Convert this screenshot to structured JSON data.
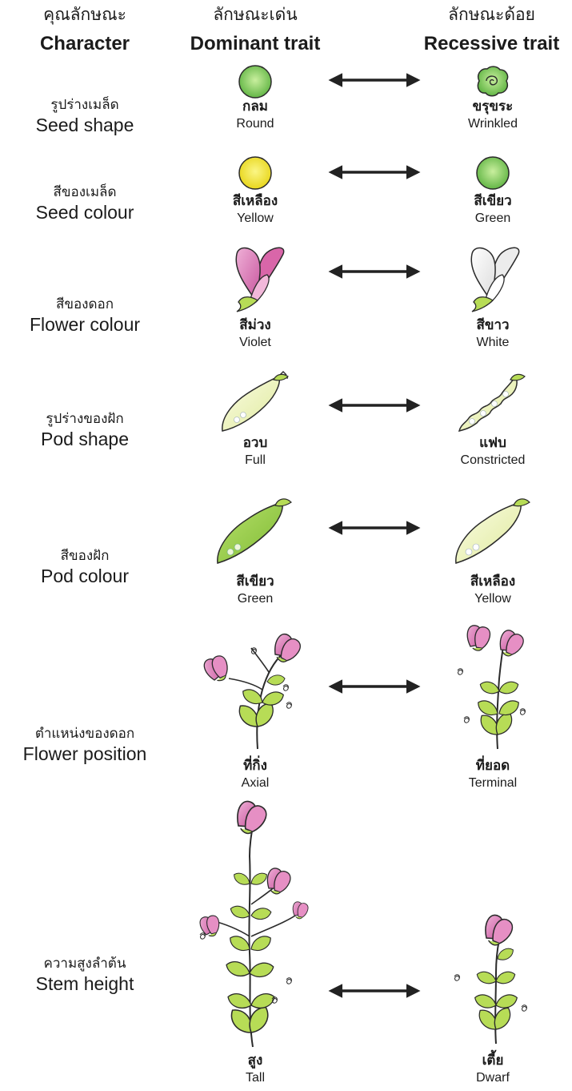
{
  "header": {
    "character_th": "คุณลักษณะ",
    "character_en": "Character",
    "dominant_th": "ลักษณะเด่น",
    "dominant_en": "Dominant trait",
    "recessive_th": "ลักษณะด้อย",
    "recessive_en": "Recessive trait"
  },
  "rows": [
    {
      "char_th": "รูปร่างเมล็ด",
      "char_en": "Seed shape",
      "dom_th": "กลม",
      "dom_en": "Round",
      "dom_icon": "round-green-seed-icon",
      "rec_th": "ขรุขระ",
      "rec_en": "Wrinkled",
      "rec_icon": "wrinkled-green-seed-icon"
    },
    {
      "char_th": "สีของเมล็ด",
      "char_en": "Seed colour",
      "dom_th": "สีเหลือง",
      "dom_en": "Yellow",
      "dom_icon": "yellow-seed-icon",
      "rec_th": "สีเขียว",
      "rec_en": "Green",
      "rec_icon": "green-seed-icon"
    },
    {
      "char_th": "สีของดอก",
      "char_en": "Flower colour",
      "dom_th": "สีม่วง",
      "dom_en": "Violet",
      "dom_icon": "violet-flower-icon",
      "rec_th": "สีขาว",
      "rec_en": "White",
      "rec_icon": "white-flower-icon"
    },
    {
      "char_th": "รูปร่างของฝัก",
      "char_en": "Pod shape",
      "dom_th": "อวบ",
      "dom_en": "Full",
      "dom_icon": "full-pod-icon",
      "rec_th": "แฟบ",
      "rec_en": "Constricted",
      "rec_icon": "constricted-pod-icon"
    },
    {
      "char_th": "สีของฝัก",
      "char_en": "Pod colour",
      "dom_th": "สีเขียว",
      "dom_en": "Green",
      "dom_icon": "green-pod-icon",
      "rec_th": "สีเหลือง",
      "rec_en": "Yellow",
      "rec_icon": "yellow-pod-icon"
    },
    {
      "char_th": "ตำแหน่งของดอก",
      "char_en": "Flower position",
      "dom_th": "ที่กิ่ง",
      "dom_en": "Axial",
      "dom_icon": "axial-flower-plant-icon",
      "rec_th": "ที่ยอด",
      "rec_en": "Terminal",
      "rec_icon": "terminal-flower-plant-icon"
    },
    {
      "char_th": "ความสูงลำต้น",
      "char_en": "Stem height",
      "dom_th": "สูง",
      "dom_en": "Tall",
      "dom_icon": "tall-plant-icon",
      "rec_th": "เตี้ย",
      "rec_en": "Dwarf",
      "rec_icon": "dwarf-plant-icon"
    }
  ],
  "colors": {
    "seed_green": "#8fd16a",
    "seed_yellow": "#f3e531",
    "flower_violet": "#dc77b3",
    "flower_white": "#f4f4f4",
    "pod_green": "#9ccd4a",
    "pod_yellow": "#f1f4bf",
    "leaf_green": "#b7dc56",
    "arrow": "#222222"
  }
}
